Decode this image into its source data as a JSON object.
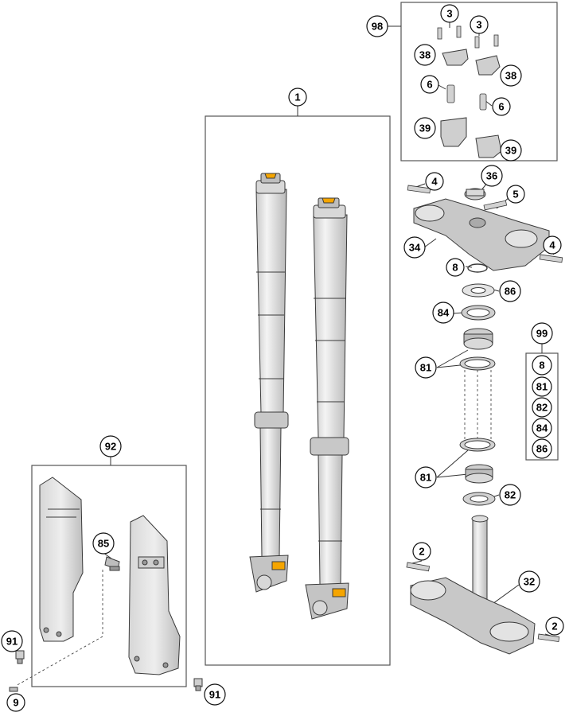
{
  "diagram": {
    "type": "exploded parts diagram",
    "colors": {
      "part_fill": "#e7e7e7",
      "part_shade": "#bdbdbd",
      "part_stroke": "#3a3a3a",
      "orange_accent": "#f5a500",
      "callout_stroke": "#111111"
    },
    "callouts": {
      "c1": "1",
      "c92": "92",
      "c85": "85",
      "c91a": "91",
      "c91b": "91",
      "c9": "9",
      "c98": "98",
      "c3a": "3",
      "c3b": "3",
      "c38a": "38",
      "c38b": "38",
      "c6a": "6",
      "c6b": "6",
      "c39a": "39",
      "c39b": "39",
      "c4a": "4",
      "c4b": "4",
      "c36": "36",
      "c5": "5",
      "c34": "34",
      "c8": "8",
      "c86": "86",
      "c84": "84",
      "c81a": "81",
      "c81b": "81",
      "c82": "82",
      "c2a": "2",
      "c2b": "2",
      "c32": "32",
      "c99": "99"
    },
    "kit_99": [
      "8",
      "81",
      "82",
      "84",
      "86"
    ]
  }
}
